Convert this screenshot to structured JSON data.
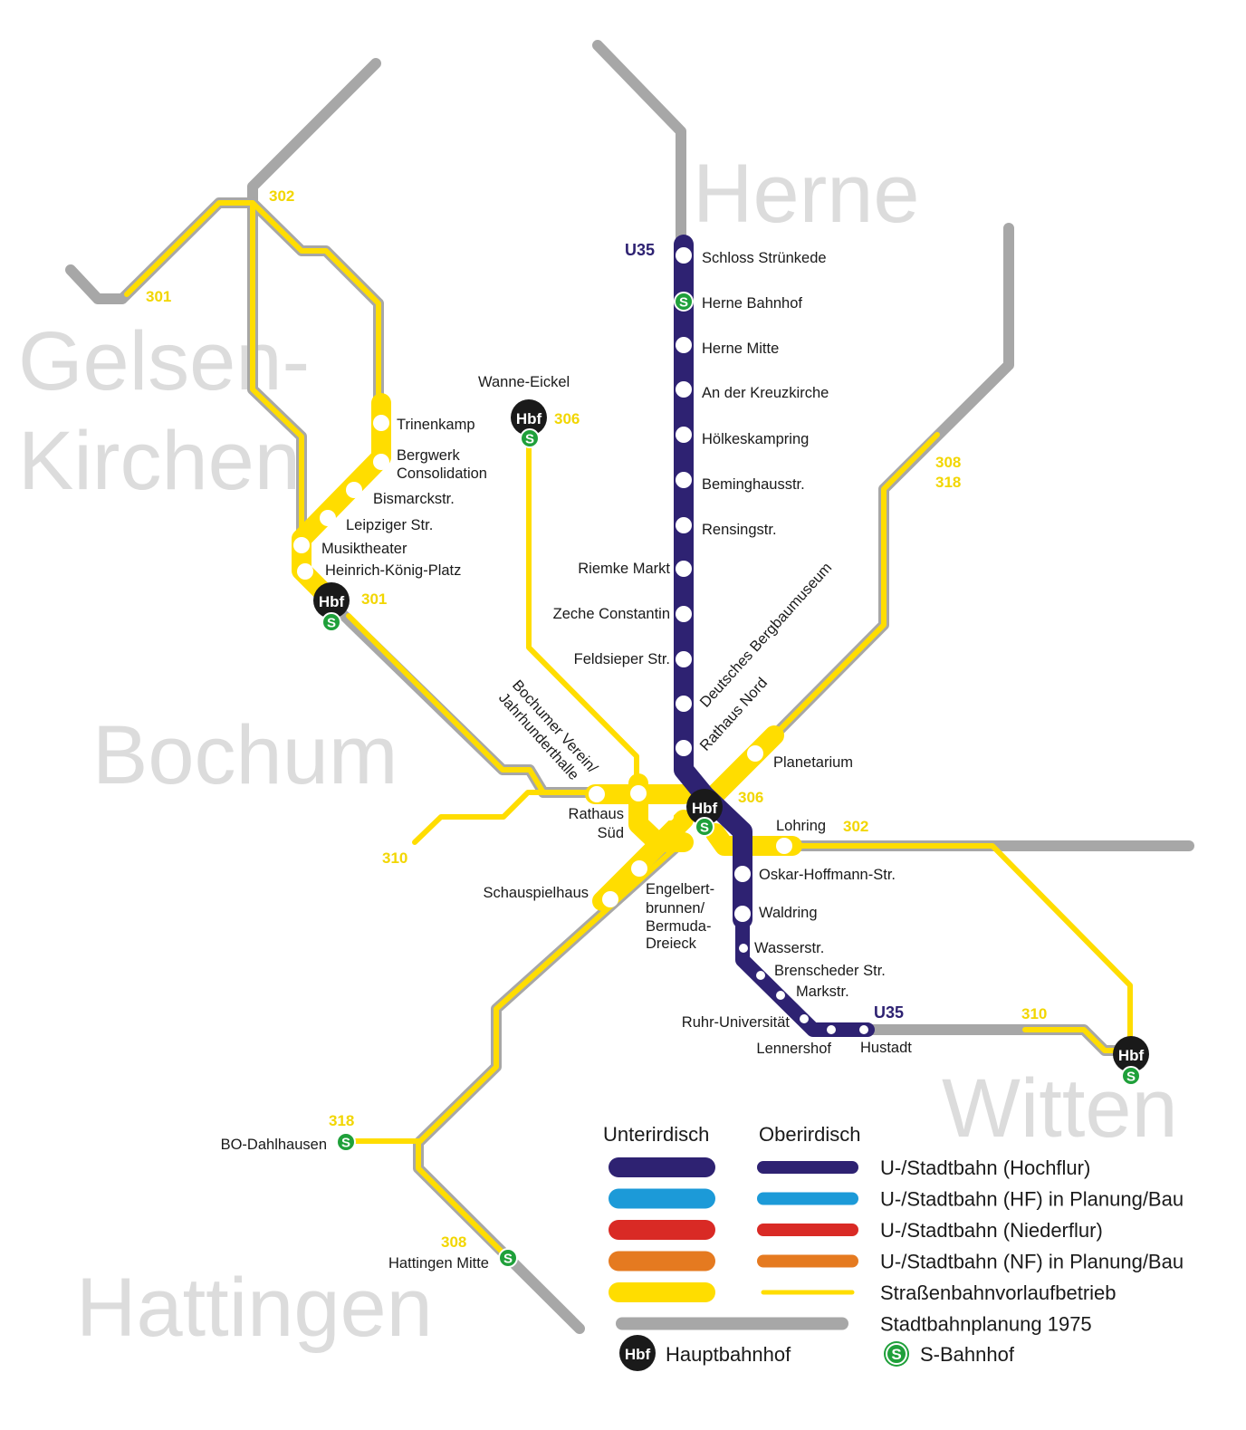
{
  "cities": {
    "herne": "Herne",
    "gelsen": "Gelsen-",
    "kirchen": "Kirchen",
    "bochum": "Bochum",
    "witten": "Witten",
    "hattingen": "Hattingen"
  },
  "lines": {
    "u35_top": "U35",
    "u35_bottom": "U35",
    "t301_top": "301",
    "t301_hbf": "301",
    "t302_top": "302",
    "t302_lohring": "302",
    "t306_wanne": "306",
    "t306_hbf": "306",
    "t308_a": "308",
    "t318_a": "318",
    "t310_west": "310",
    "t310_witten": "310",
    "t318_dahl": "318",
    "t308_hatt": "308"
  },
  "stations": {
    "schloss": "Schloss Strünkede",
    "herne_bf": "Herne Bahnhof",
    "herne_mitte": "Herne Mitte",
    "kreuzkirche": "An der Kreuzkirche",
    "hoelkes": "Hölkeskampring",
    "beming": "Beminghausstr.",
    "rensing": "Rensingstr.",
    "riemke": "Riemke Markt",
    "zeche": "Zeche Constantin",
    "feldsieper": "Feldsieper Str.",
    "bergbau": "Deutsches Bergbaumuseum",
    "rathaus_nord": "Rathaus Nord",
    "planetarium": "Planetarium",
    "lohring": "Lohring",
    "oskar": "Oskar-Hoffmann-Str.",
    "waldring": "Waldring",
    "wasserstr": "Wasserstr.",
    "brenscheder": "Brenscheder Str.",
    "markstr": "Markstr.",
    "ruhr_uni": "Ruhr-Universität",
    "lennershof": "Lennershof",
    "hustadt": "Hustadt",
    "trinenkamp": "Trinenkamp",
    "bergwerk_1": "Bergwerk",
    "bergwerk_2": "Consolidation",
    "bismarck": "Bismarckstr.",
    "leipziger": "Leipziger Str.",
    "musiktheater": "Musiktheater",
    "heinrich": "Heinrich-König-Platz",
    "wanne": "Wanne-Eickel",
    "bochumer_verein_1": "Bochumer Verein/",
    "bochumer_verein_2": "Jahrhunderthalle",
    "rathaus_sued_1": "Rathaus",
    "rathaus_sued_2": "Süd",
    "schauspielhaus": "Schauspielhaus",
    "engelbert_1": "Engelbert-",
    "engelbert_2": "brunnen/",
    "engelbert_3": "Bermuda-",
    "engelbert_4": "Dreieck",
    "dahlhausen": "BO-Dahlhausen",
    "hattingen_mitte": "Hattingen Mitte"
  },
  "markers": {
    "hbf": "Hbf",
    "s": "S"
  },
  "legend": {
    "header_under": "Unterirdisch",
    "header_over": "Oberirdisch",
    "rows": [
      {
        "label": "U-/Stadtbahn (Hochflur)",
        "color": "#2e2272"
      },
      {
        "label": "U-/Stadtbahn (HF) in Planung/Bau",
        "color": "#1c9ad8"
      },
      {
        "label": "U-/Stadtbahn (Niederflur)",
        "color": "#d92a25"
      },
      {
        "label": "U-/Stadtbahn (NF) in Planung/Bau",
        "color": "#e57a20"
      },
      {
        "label": "Straßenbahnvorlaufbetrieb",
        "color": "#ffdd00"
      },
      {
        "label": "Stadtbahnplanung 1975",
        "color": "#a7a7a7"
      }
    ],
    "hbf_label": "Hauptbahnhof",
    "s_label": "S-Bahnhof"
  },
  "colors": {
    "u35": "#2e2272",
    "tram": "#ffdd00",
    "plan1975": "#a7a7a7",
    "sbahn": "#1fa03a",
    "hbf": "#1a1a1a"
  }
}
